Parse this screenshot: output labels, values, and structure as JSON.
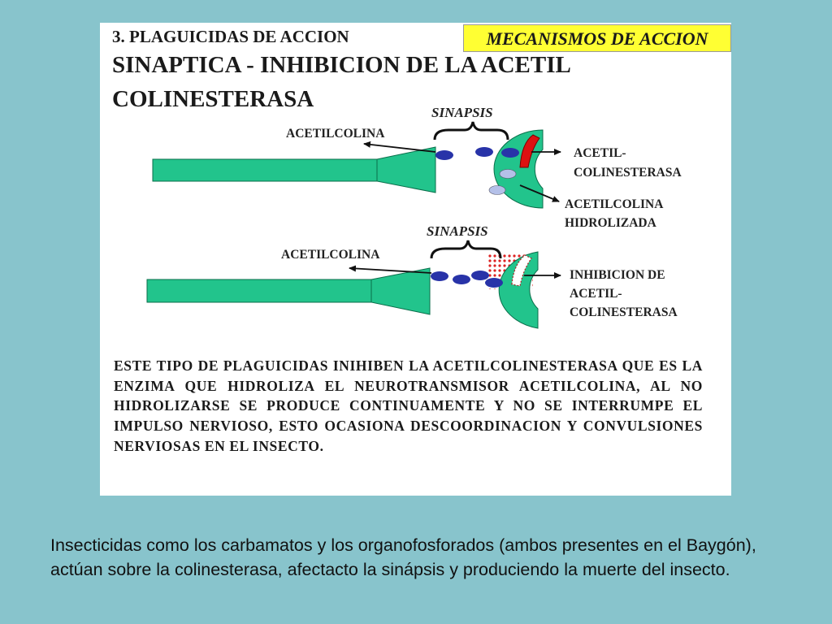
{
  "slide": {
    "title_line1": "3. PLAGUICIDAS DE ACCION",
    "title_line2": "SINAPTICA - INHIBICION  DE LA ACETIL",
    "title_line3": "COLINESTERASA",
    "mechanism_box": "MECANISMOS DE ACCION"
  },
  "diagram": {
    "top": {
      "sinapsis_label": "SINAPSIS",
      "acetilcolina_label": "ACETILCOLINA",
      "enzyme_label_line1": "ACETIL-",
      "enzyme_label_line2": "COLINESTERASA",
      "hydrolyzed_label_line1": "ACETILCOLINA",
      "hydrolyzed_label_line2": "HIDROLIZADA"
    },
    "bottom": {
      "sinapsis_label": "SINAPSIS",
      "acetilcolina_label": "ACETILCOLINA",
      "inhibition_label_line1": "INHIBICION DE",
      "inhibition_label_line2": "ACETIL-",
      "inhibition_label_line3": "COLINESTERASA"
    },
    "colors": {
      "neuron_fill": "#22c48c",
      "neuron_stroke": "#0a6e4a",
      "molecule": "#2833a8",
      "hydrolyzed": "#b4c0e8",
      "enzyme_red": "#dd1111",
      "inhibitor_dots": "#dd2222"
    }
  },
  "description": "ESTE TIPO DE PLAGUICIDAS INIHIBEN LA ACETILCOLINESTERASA QUE ES LA ENZIMA QUE HIDROLIZA EL NEUROTRANSMISOR ACETILCOLINA, AL NO HIDROLIZARSE SE PRODUCE CONTINUAMENTE Y NO SE INTERRUMPE EL IMPULSO NERVIOSO, ESTO OCASIONA DESCOORDINACION Y CONVULSIONES NERVIOSAS EN EL INSECTO.",
  "caption": "Insecticidas como los carbamatos y los organofosforados (ambos presentes en el Baygón), actúan sobre la colinesterasa, afectacto la sinápsis y produciendo la muerte del insecto."
}
